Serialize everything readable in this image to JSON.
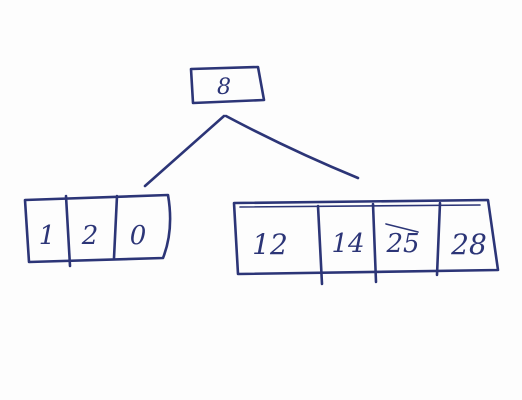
{
  "ink_color": "#2c3577",
  "tree": {
    "root": {
      "keys": [
        "8"
      ]
    },
    "left_child": {
      "keys": [
        "1",
        "2",
        "0"
      ]
    },
    "right_child": {
      "keys": [
        "12",
        "14",
        "25",
        "28"
      ]
    }
  }
}
